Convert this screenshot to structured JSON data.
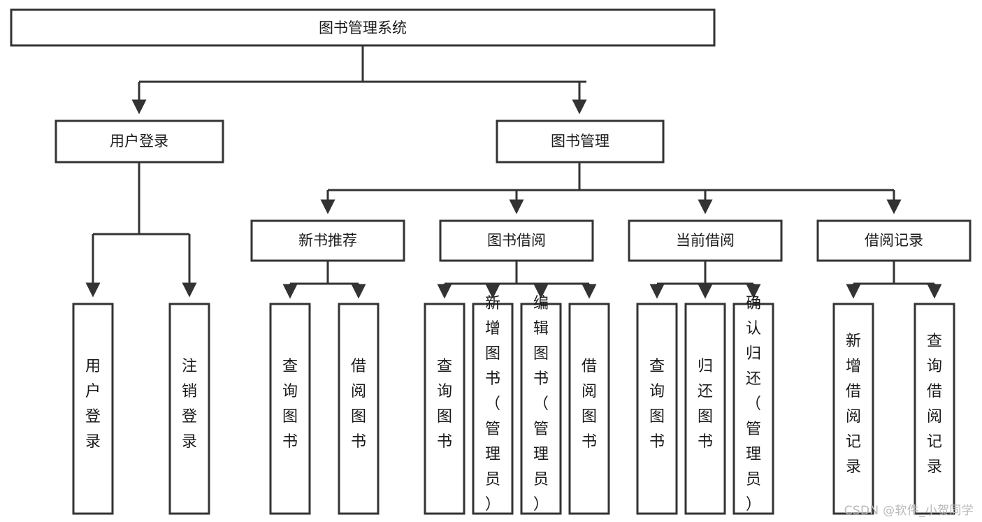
{
  "diagram": {
    "type": "tree",
    "title": "图书管理系统",
    "watermark": "CSDN @软件_小贺同学",
    "colors": {
      "stroke": "#333333",
      "fill": "#ffffff",
      "text": "#1a1a1a",
      "watermark": "#b9b9b9"
    },
    "root": {
      "id": "root",
      "label": "图书管理系统"
    },
    "level2": [
      {
        "id": "user-login",
        "label": "用户登录"
      },
      {
        "id": "book-manage",
        "label": "图书管理"
      }
    ],
    "level3": [
      {
        "id": "new-book-recommend",
        "label": "新书推荐",
        "parent": "book-manage"
      },
      {
        "id": "book-borrow",
        "label": "图书借阅",
        "parent": "book-manage"
      },
      {
        "id": "current-borrow",
        "label": "当前借阅",
        "parent": "book-manage"
      },
      {
        "id": "borrow-record",
        "label": "借阅记录",
        "parent": "book-manage"
      }
    ],
    "leaves": [
      {
        "id": "leaf-user-login",
        "label": "用户登录",
        "parent": "user-login"
      },
      {
        "id": "leaf-logout-login",
        "label": "注销登录",
        "parent": "user-login"
      },
      {
        "id": "leaf-query-book-1",
        "label": "查询图书",
        "parent": "new-book-recommend"
      },
      {
        "id": "leaf-borrow-book-1",
        "label": "借阅图书",
        "parent": "new-book-recommend"
      },
      {
        "id": "leaf-query-book-2",
        "label": "查询图书",
        "parent": "book-borrow"
      },
      {
        "id": "leaf-add-book",
        "label": "新增图书（管理员）",
        "parent": "book-borrow"
      },
      {
        "id": "leaf-edit-book",
        "label": "编辑图书（管理员）",
        "parent": "book-borrow"
      },
      {
        "id": "leaf-borrow-book-2",
        "label": "借阅图书",
        "parent": "book-borrow"
      },
      {
        "id": "leaf-query-book-3",
        "label": "查询图书",
        "parent": "current-borrow"
      },
      {
        "id": "leaf-return-book",
        "label": "归还图书",
        "parent": "current-borrow"
      },
      {
        "id": "leaf-confirm-return",
        "label": "确认归还（管理员）",
        "parent": "current-borrow"
      },
      {
        "id": "leaf-add-record",
        "label": "新增借阅记录",
        "parent": "borrow-record"
      },
      {
        "id": "leaf-query-record",
        "label": "查询借阅记录",
        "parent": "borrow-record"
      }
    ]
  }
}
